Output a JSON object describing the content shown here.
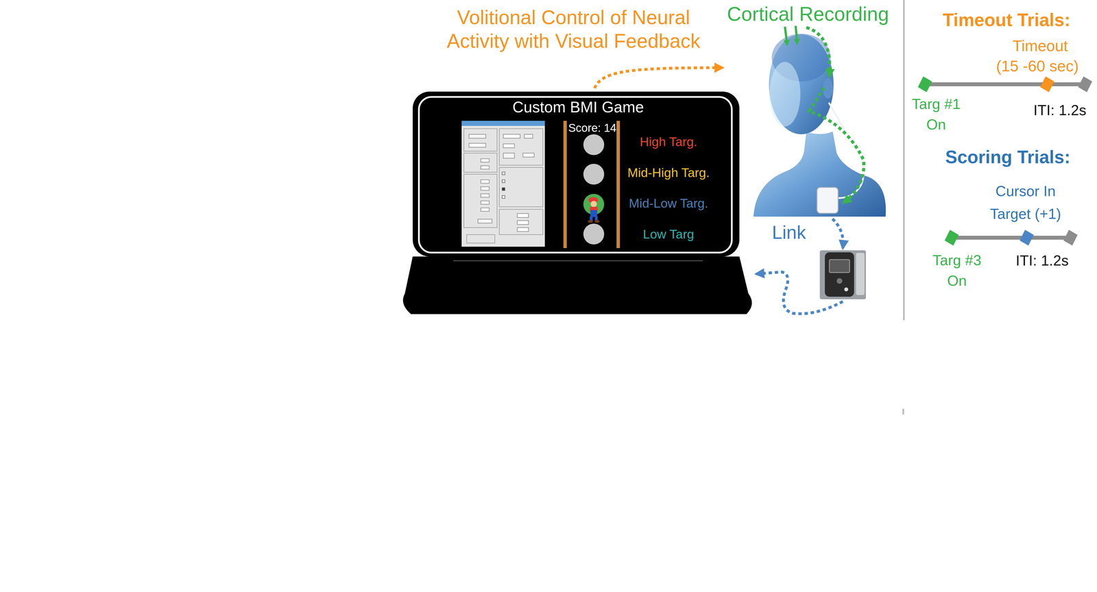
{
  "diagram": {
    "nodes": [
      {
        "text": [
          "Custom BMI Game"
        ]
      },
      {
        "text": [
          "Cortical Recording"
        ]
      },
      {
        "text": [
          "Link"
        ]
      }
    ],
    "edges": [
      {
        "from": 0,
        "to": 1,
        "arrow": "to",
        "label": "Volitional Control of Neural Activity with Visual Feedback"
      },
      {
        "from": 1,
        "to": 2,
        "arrow": "to"
      },
      {
        "from": 2,
        "to": 0,
        "arrow": "to"
      }
    ],
    "labels": [
      "Score: 14",
      "High Targ.",
      "Mid-High Targ.",
      "Mid-Low Targ.",
      "Low Targ",
      "Timeout Trials:",
      "Timeout",
      "(15 -60 sec)",
      "Targ #1 On",
      "ITI: 1.2s",
      "Scoring Trials:",
      "Cursor In Target (+1)",
      "Targ #3 On",
      "ITI: 1.2s"
    ]
  }
}
